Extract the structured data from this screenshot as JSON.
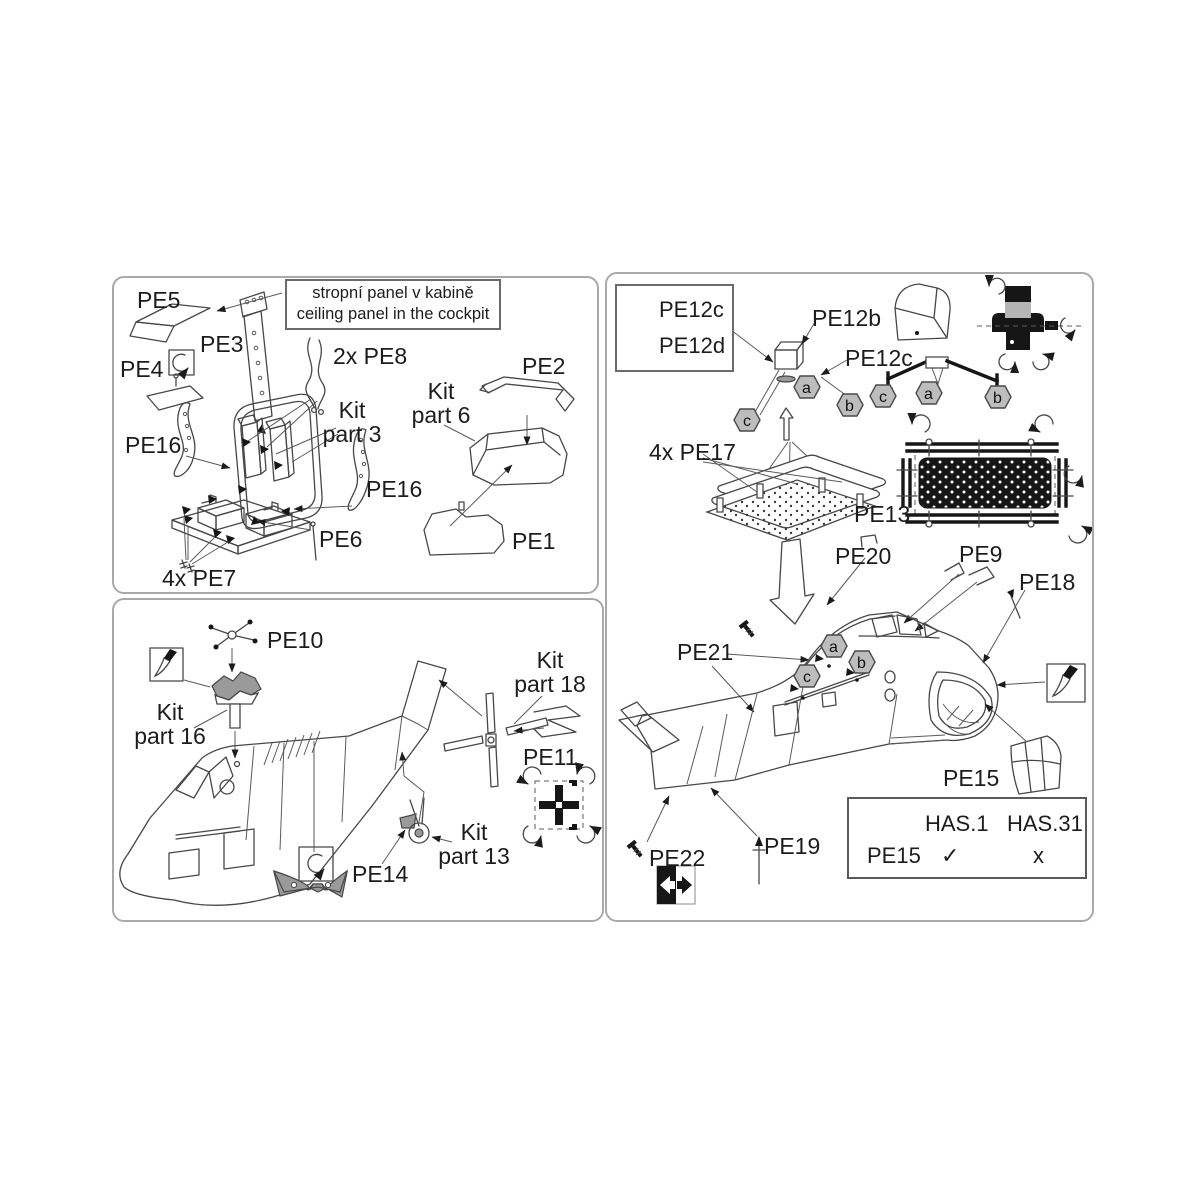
{
  "doc": {
    "line_color": "#474747",
    "panel_border": "#a9a9a9",
    "hex_fill": "#bdbdbd"
  },
  "p1": {
    "note1": "stropní panel v kabině",
    "note2": "ceiling panel in the cockpit",
    "pe5": "PE5",
    "pe3": "PE3",
    "pe4": "PE4",
    "pe8": "2x PE8",
    "kit3a": "Kit",
    "kit3b": "part 3",
    "pe16l": "PE16",
    "pe16r": "PE16",
    "pe6": "PE6",
    "pe7": "4x PE7",
    "kit6a": "Kit",
    "kit6b": "part 6",
    "pe2": "PE2",
    "pe1": "PE1"
  },
  "p2": {
    "pe10": "PE10",
    "kit16a": "Kit",
    "kit16b": "part 16",
    "kit18a": "Kit",
    "kit18b": "part 18",
    "pe11": "PE11",
    "pe14": "PE14",
    "kit13a": "Kit",
    "kit13b": "part 13"
  },
  "p3": {
    "legend_pe12c": "PE12c",
    "legend_pe12d": "PE12d",
    "pe12b": "PE12b",
    "pe12c": "PE12c",
    "pe17": "4x PE17",
    "pe13": "PE13",
    "pe20": "PE20",
    "pe9": "PE9",
    "pe18": "PE18",
    "pe21": "PE21",
    "pe15": "PE15",
    "pe22": "PE22",
    "pe19": "PE19",
    "hex": {
      "a1": "a",
      "b1": "b",
      "c1": "c",
      "c2": "c",
      "a2": "a",
      "b2": "b",
      "a3": "a",
      "b3": "b",
      "c3": "c"
    },
    "table": {
      "col1": "HAS.1",
      "col2": "HAS.31",
      "row_part": "PE15",
      "row_v1": "✓",
      "row_v2": "x"
    }
  }
}
